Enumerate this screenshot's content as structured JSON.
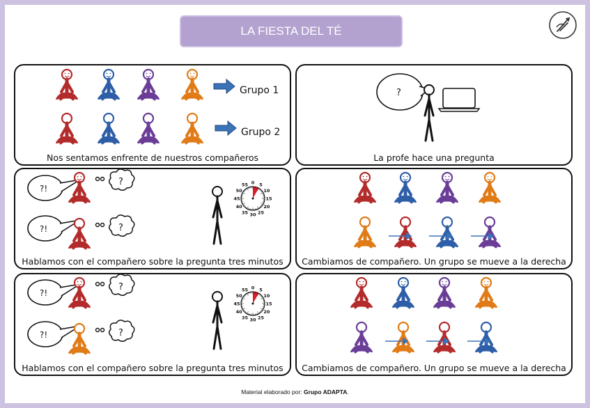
{
  "title": "LA FIESTA DEL TÉ",
  "footer": {
    "prefix": "Material elaborado por:",
    "brand": "Grupo ADAPTA",
    "suffix": "."
  },
  "colors": {
    "red": "#b32b2b",
    "blue": "#2e5ea8",
    "purple": "#6a3d97",
    "orange": "#e07b17",
    "arrow": "#3a73b8"
  },
  "panels": [
    {
      "id": "p1",
      "caption": "Nos sentamos enfrente de nuestros compañeros",
      "group1": "Grupo 1",
      "group2": "Grupo 2"
    },
    {
      "id": "p2",
      "caption": "La profe hace una pregunta",
      "bubble": "?"
    },
    {
      "id": "p3",
      "caption": "Hablamos con el compañero sobre la pregunta tres minutos",
      "speech": "?!",
      "thought": "?"
    },
    {
      "id": "p4",
      "caption": "Cambiamos de compañero. Un grupo se mueve a la derecha"
    },
    {
      "id": "p5",
      "caption": "Hablamos con el compañero sobre la pregunta tres minutos",
      "speech": "?!",
      "thought": "?"
    },
    {
      "id": "p6",
      "caption": "Cambiamos de compañero. Un grupo se mueve a la derecha"
    }
  ],
  "timer_labels": [
    "55",
    "0",
    "5",
    "10",
    "15",
    "20",
    "25",
    "30",
    "35",
    "40",
    "45",
    "50"
  ]
}
